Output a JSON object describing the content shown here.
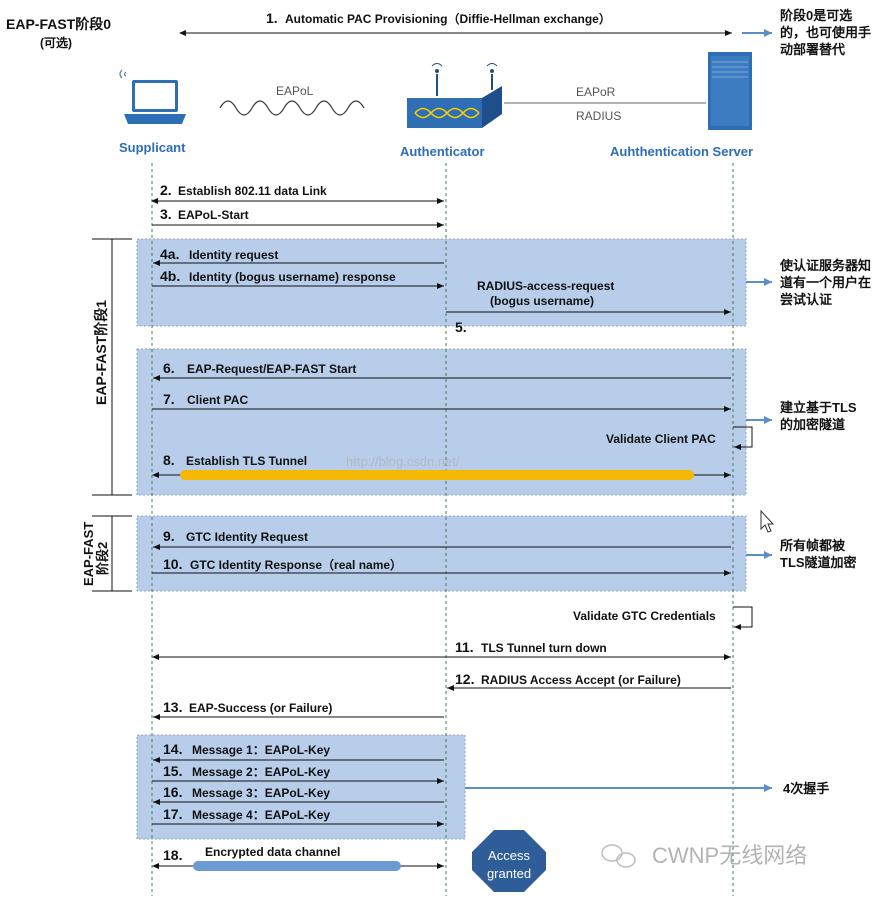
{
  "phase0": {
    "label_line1": "EAP-FAST阶段0",
    "label_line2": "(可选)",
    "step_num": "1.",
    "step_text": "Automatic PAC Provisioning（Diffie-Hellman exchange）",
    "note_lines": [
      "阶段0是可选",
      "的，也可使用手",
      "动部署替代"
    ]
  },
  "entities": {
    "supplicant": "Supplicant",
    "authenticator": "Authenticator",
    "server": "Auhthentication Server",
    "eapol_label": "EAPoL",
    "eapor_label": "EAPoR",
    "radius_label": "RADIUS"
  },
  "phase_labels": {
    "phase1": "EAP-FAST阶段1",
    "phase2_line1": "EAP-FAST",
    "phase2_line2": "阶段2"
  },
  "steps": [
    {
      "num": "2.",
      "text": "Establish 802.11 data Link"
    },
    {
      "num": "3.",
      "text": "EAPoL-Start"
    },
    {
      "num": "4a.",
      "text": "Identity request"
    },
    {
      "num": "4b.",
      "text": "Identity (bogus username) response"
    },
    {
      "num": "5.",
      "text": "RADIUS-access-request",
      "text2": "(bogus username)"
    },
    {
      "num": "6.",
      "text": "EAP-Request/EAP-FAST Start"
    },
    {
      "num": "7.",
      "text": "Client PAC"
    },
    {
      "num": "",
      "text": "Validate Client PAC"
    },
    {
      "num": "8.",
      "text": "Establish TLS Tunnel"
    },
    {
      "num": "9.",
      "text": "GTC Identity Request"
    },
    {
      "num": "10.",
      "text": "GTC Identity Response（real name）"
    },
    {
      "num": "",
      "text": "Validate GTC Credentials"
    },
    {
      "num": "11.",
      "text": "TLS Tunnel turn down"
    },
    {
      "num": "12.",
      "text": "RADIUS Access Accept (or Failure)"
    },
    {
      "num": "13.",
      "text": "EAP-Success (or Failure)"
    },
    {
      "num": "14.",
      "text": "Message 1：EAPoL-Key"
    },
    {
      "num": "15.",
      "text": "Message 2：EAPoL-Key"
    },
    {
      "num": "16.",
      "text": "Message 3：EAPoL-Key"
    },
    {
      "num": "17.",
      "text": "Message 4：EAPoL-Key"
    },
    {
      "num": "18.",
      "text": "Encrypted  data channel"
    }
  ],
  "side_notes": {
    "note1": [
      "使认证服务器知",
      "道有一个用户在",
      "尝试认证"
    ],
    "note2": [
      "建立基于TLS",
      "的加密隧道"
    ],
    "note3": [
      "所有帧都被",
      "TLS隧道加密"
    ],
    "note4": "4次握手"
  },
  "access": {
    "line1": "Access",
    "line2": "granted"
  },
  "watermark": {
    "url": "http://blog.csdn.net/",
    "brand": "CWNP无线网络"
  },
  "colors": {
    "box_fill": "#b8cdea",
    "box_border": "#8aa6cc",
    "tunnel": "#f5b800",
    "data_channel": "#6b9bd2",
    "octagon": "#2f5d9a",
    "label_blue": "#2e6eb5",
    "note_arrow": "#5b8ec8"
  }
}
